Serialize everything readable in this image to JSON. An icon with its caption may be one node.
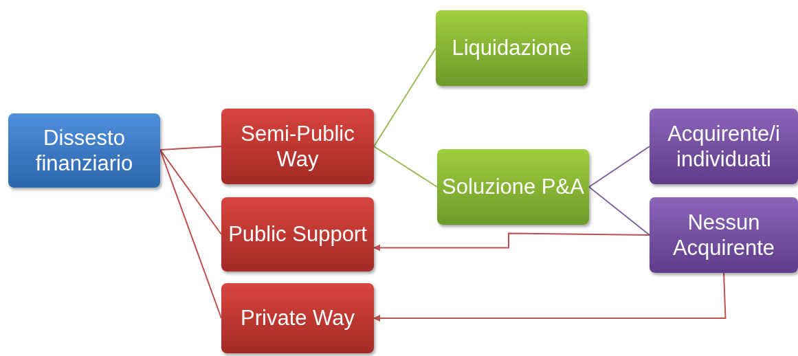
{
  "diagram": {
    "nodes": [
      {
        "text": [
          "Dissesto finanziario"
        ]
      },
      {
        "text": [
          "Semi-Public Way"
        ]
      },
      {
        "text": [
          "Public Support"
        ]
      },
      {
        "text": [
          "Private Way"
        ]
      },
      {
        "text": [
          "Liquidazione"
        ]
      },
      {
        "text": [
          "Soluzione P&A"
        ]
      },
      {
        "text": [
          "Acquirente/i individuati"
        ]
      },
      {
        "text": [
          "Nessun Acquirente"
        ]
      }
    ],
    "edges": [
      {
        "from": 0,
        "to": 1,
        "arrow": "none"
      },
      {
        "from": 0,
        "to": 2,
        "arrow": "none"
      },
      {
        "from": 0,
        "to": 3,
        "arrow": "none"
      },
      {
        "from": 1,
        "to": 4,
        "arrow": "none",
        "color": "#9bbb59"
      },
      {
        "from": 1,
        "to": 5,
        "arrow": "none",
        "color": "#9bbb59"
      },
      {
        "from": 5,
        "to": 6,
        "arrow": "none",
        "color": "#8064a2"
      },
      {
        "from": 5,
        "to": 7,
        "arrow": "none",
        "color": "#8064a2"
      },
      {
        "from": 7,
        "to": 2,
        "arrow": "to"
      },
      {
        "from": 7,
        "to": 3,
        "arrow": "to"
      }
    ]
  }
}
